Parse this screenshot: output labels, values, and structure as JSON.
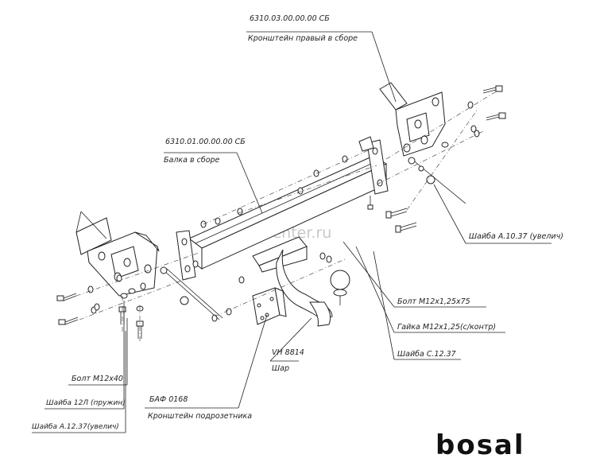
{
  "labels": {
    "right_bracket_code": "6310.03.00.00.00 СБ",
    "right_bracket_name": "Кронштейн правый в сборе",
    "beam_code": "6310.01.00.00.00 СБ",
    "beam_name": "Балка в сборе",
    "washer_a10": "Шайба А.10.37 (увелич)",
    "bolt_m12x125": "Болт М12х1,25х75",
    "nut_m12x125": "Гайка М12х1,25(с/контр)",
    "washer_c12": "Шайба С.12.37",
    "ball_code": "VH 8814",
    "ball_name": "Шар",
    "bolt_m12x40": "Болт М12х40",
    "washer_12l": "Шайба 12Л (пружин)",
    "washer_a12": "Шайба А.12.37(увелич)",
    "socket_code": "БАФ 0168",
    "socket_name": "Кронштейн подрозетника"
  },
  "watermark": "farkop-center.ru",
  "brand": "bosal"
}
